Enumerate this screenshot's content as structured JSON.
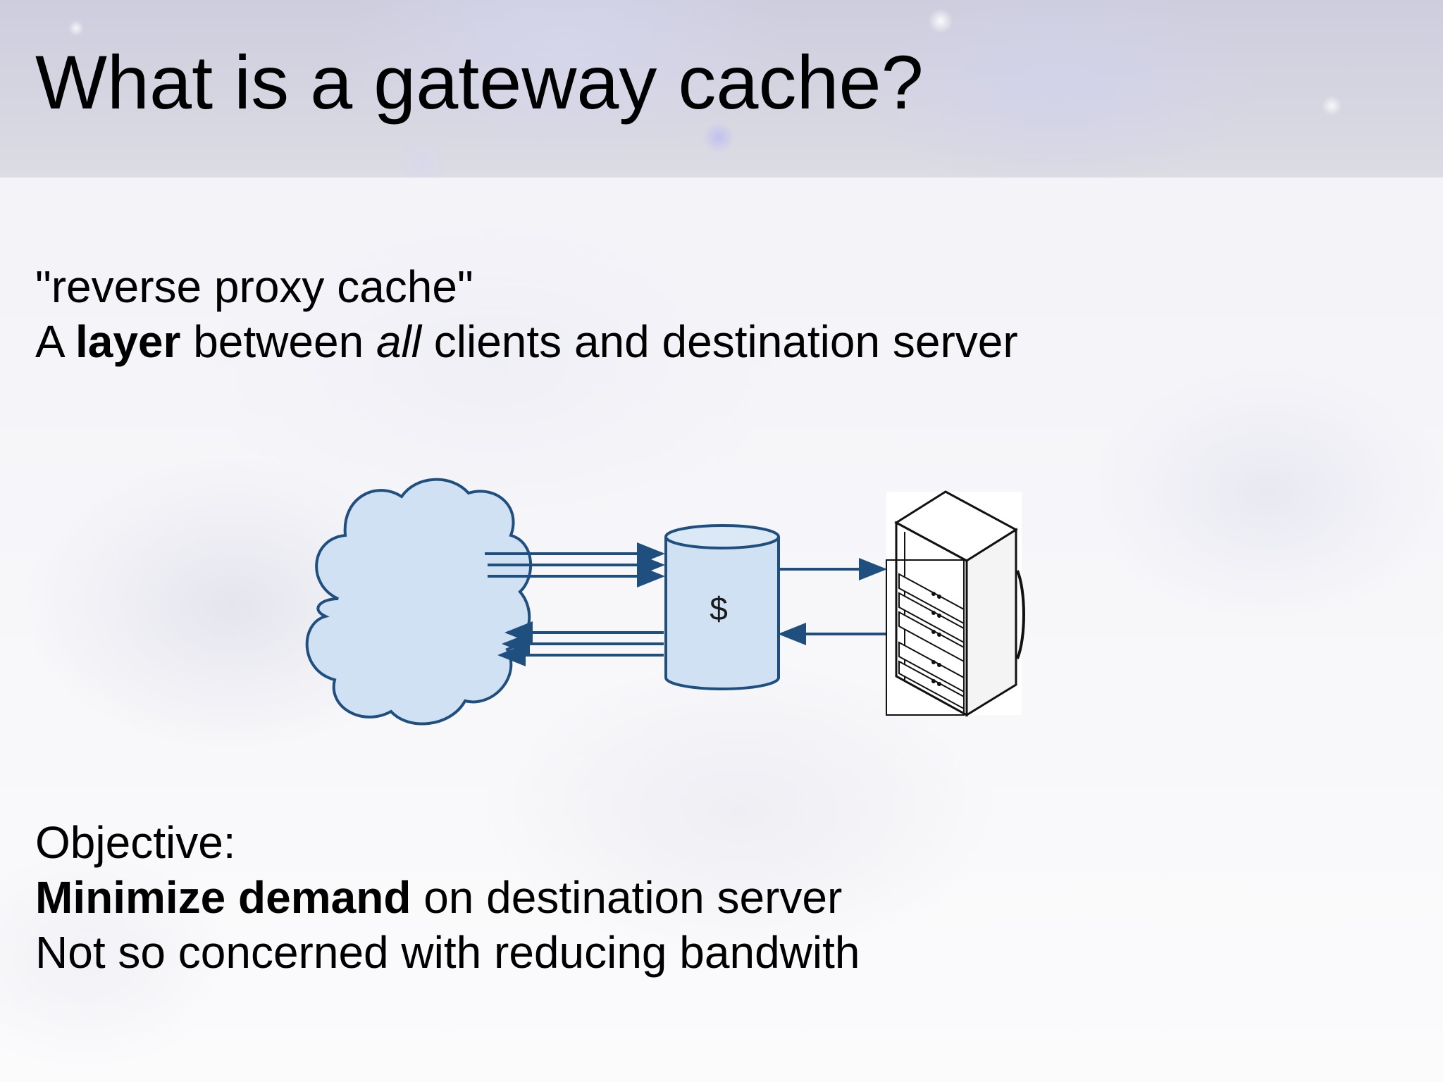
{
  "slide": {
    "title": "What is a gateway cache?",
    "intro": {
      "line1": "\"reverse proxy cache\"",
      "line2": {
        "t1": "A ",
        "bold": "layer",
        "t2": " between ",
        "italic": "all",
        "t3": " clients and destination server"
      }
    },
    "diagram": {
      "cache_symbol": "$",
      "nodes": [
        "cloud-icon",
        "database-icon",
        "server-rack-icon"
      ],
      "colors": {
        "stroke": "#1f4f7e",
        "fill": "#cfe1f3"
      }
    },
    "objective": {
      "line1": "Objective:",
      "line2": {
        "bold": "Minimize demand",
        "rest": " on destination server"
      },
      "line3": "Not so concerned with reducing bandwith"
    }
  }
}
